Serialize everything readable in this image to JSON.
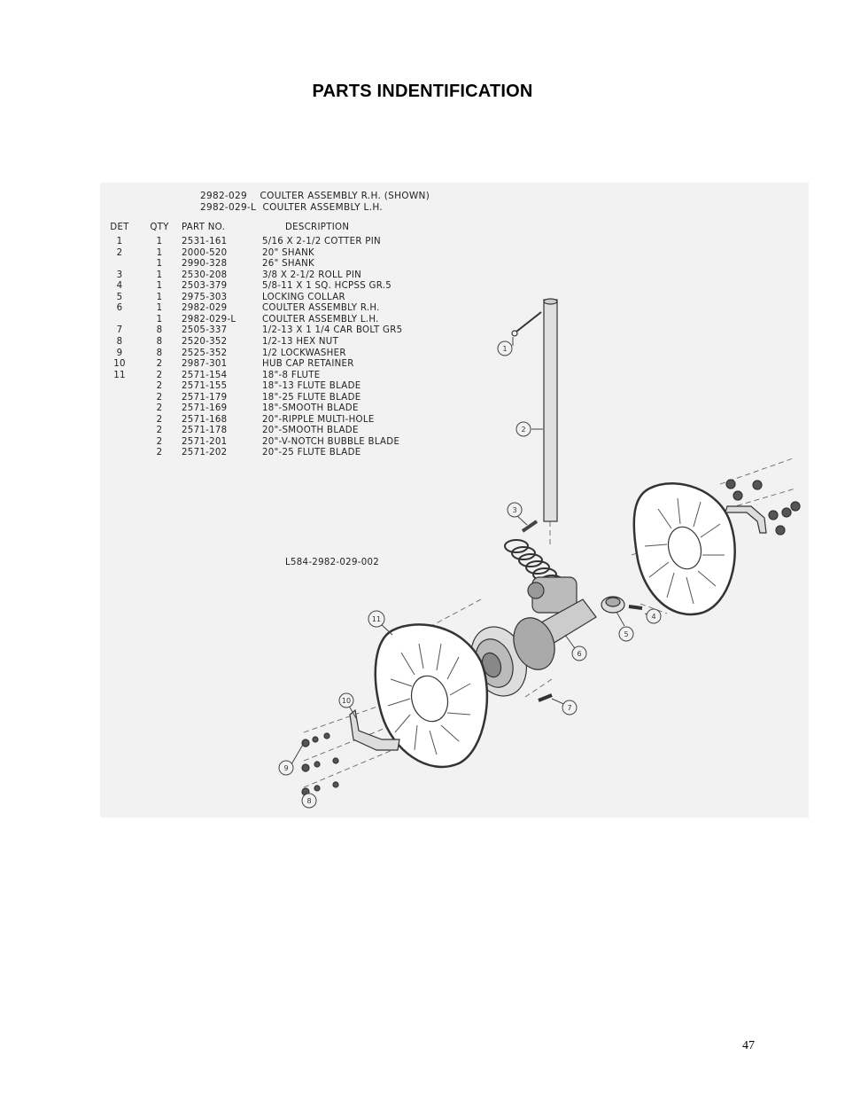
{
  "page": {
    "title": "PARTS INDENTIFICATION",
    "page_number": "47"
  },
  "assembly": {
    "line1": "2982-029    COULTER ASSEMBLY R.H. (SHOWN)",
    "line2": "2982-029-L  COULTER ASSEMBLY L.H.",
    "drawing_number": "L584-2982-029-002"
  },
  "table": {
    "headers": {
      "det": "DET",
      "qty": "QTY",
      "part": "PART NO.",
      "desc": "DESCRIPTION"
    },
    "rows": [
      {
        "det": "1",
        "qty": "1",
        "part": "2531-161",
        "desc": "5/16 X 2-1/2 COTTER PIN"
      },
      {
        "det": "2",
        "qty": "1",
        "part": "2000-520",
        "desc": "20\" SHANK"
      },
      {
        "det": "",
        "qty": "1",
        "part": "2990-328",
        "desc": "26\" SHANK"
      },
      {
        "det": "3",
        "qty": "1",
        "part": "2530-208",
        "desc": "3/8 X 2-1/2 ROLL PIN"
      },
      {
        "det": "4",
        "qty": "1",
        "part": "2503-379",
        "desc": "5/8-11 X 1 SQ. HCPSS GR.5"
      },
      {
        "det": "5",
        "qty": "1",
        "part": "2975-303",
        "desc": "LOCKING COLLAR"
      },
      {
        "det": "6",
        "qty": "1",
        "part": "2982-029",
        "desc": "COULTER ASSEMBLY R.H."
      },
      {
        "det": "",
        "qty": "1",
        "part": "2982-029-L",
        "desc": "COULTER ASSEMBLY L.H."
      },
      {
        "det": "7",
        "qty": "8",
        "part": "2505-337",
        "desc": "1/2-13 X 1 1/4 CAR BOLT GR5"
      },
      {
        "det": "8",
        "qty": "8",
        "part": "2520-352",
        "desc": "1/2-13 HEX NUT"
      },
      {
        "det": "9",
        "qty": "8",
        "part": "2525-352",
        "desc": "1/2 LOCKWASHER"
      },
      {
        "det": "10",
        "qty": "2",
        "part": "2987-301",
        "desc": "HUB CAP RETAINER"
      },
      {
        "det": "11",
        "qty": "2",
        "part": "2571-154",
        "desc": "18\"-8 FLUTE"
      },
      {
        "det": "",
        "qty": "2",
        "part": "2571-155",
        "desc": "18\"-13 FLUTE BLADE"
      },
      {
        "det": "",
        "qty": "2",
        "part": "2571-179",
        "desc": "18\"-25 FLUTE BLADE"
      },
      {
        "det": "",
        "qty": "2",
        "part": "2571-169",
        "desc": "18\"-SMOOTH BLADE"
      },
      {
        "det": "",
        "qty": "2",
        "part": "2571-168",
        "desc": "20\"-RIPPLE MULTI-HOLE"
      },
      {
        "det": "",
        "qty": "2",
        "part": "2571-178",
        "desc": "20\"-SMOOTH BLADE"
      },
      {
        "det": "",
        "qty": "2",
        "part": "2571-201",
        "desc": "20\"-V-NOTCH BUBBLE BLADE"
      },
      {
        "det": "",
        "qty": "2",
        "part": "2571-202",
        "desc": "20\"-25 FLUTE BLADE"
      }
    ]
  },
  "callouts": [
    "1",
    "2",
    "3",
    "4",
    "5",
    "6",
    "7",
    "8",
    "9",
    "10",
    "11"
  ]
}
